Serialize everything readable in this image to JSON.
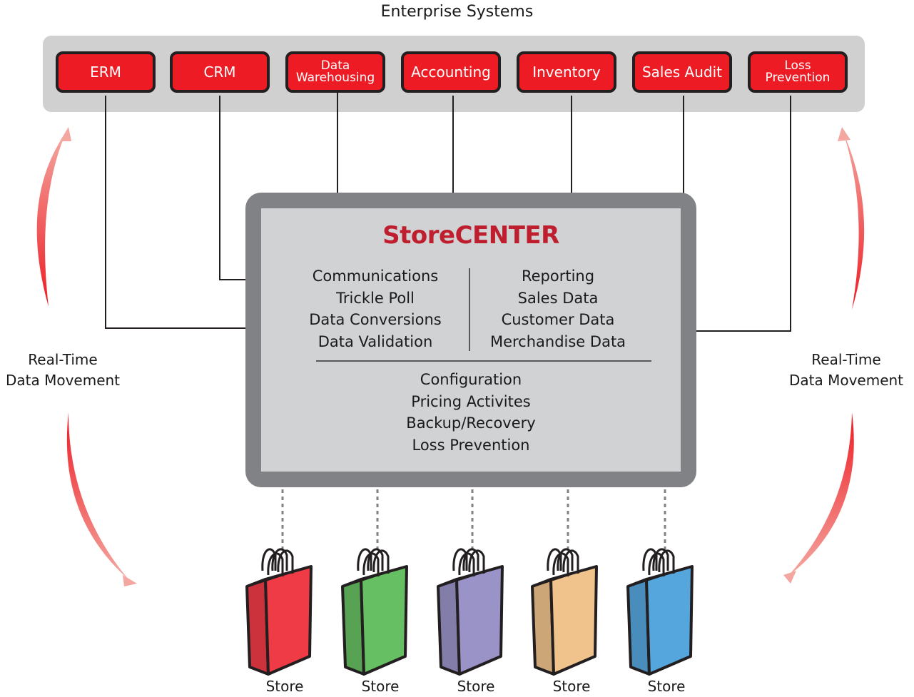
{
  "header": {
    "title": "Enterprise Systems"
  },
  "enterprise_systems": [
    {
      "id": "erm",
      "label": "ERM"
    },
    {
      "id": "crm",
      "label": "CRM"
    },
    {
      "id": "data-warehousing",
      "label": "Data\nWarehousing"
    },
    {
      "id": "accounting",
      "label": "Accounting"
    },
    {
      "id": "inventory",
      "label": "Inventory"
    },
    {
      "id": "sales-audit",
      "label": "Sales Audit"
    },
    {
      "id": "loss-prevention",
      "label": "Loss\nPrevention"
    }
  ],
  "storecenter": {
    "title": "StoreCENTER",
    "left_items": [
      "Communications",
      "Trickle Poll",
      "Data Conversions",
      "Data Validation"
    ],
    "right_items": [
      "Reporting",
      "Sales Data",
      "Customer Data",
      "Merchandise Data"
    ],
    "bottom_items": [
      "Configuration",
      "Pricing Activites",
      "Backup/Recovery",
      "Loss Prevention"
    ]
  },
  "side_labels": {
    "left": {
      "line1": "Real-Time",
      "line2": "Data Movement"
    },
    "right": {
      "line1": "Real-Time",
      "line2": "Data Movement"
    }
  },
  "stores": [
    {
      "label": "Store",
      "color": "#ef3b45"
    },
    {
      "label": "Store",
      "color": "#66bf62"
    },
    {
      "label": "Store",
      "color": "#9a93c8"
    },
    {
      "label": "Store",
      "color": "#f0c38c"
    },
    {
      "label": "Store",
      "color": "#55a6dc"
    }
  ],
  "colors": {
    "accent": "#ed1c24",
    "title_red": "#be1e2d",
    "frame_gray": "#808285",
    "panel_gray": "#d1d2d4"
  }
}
